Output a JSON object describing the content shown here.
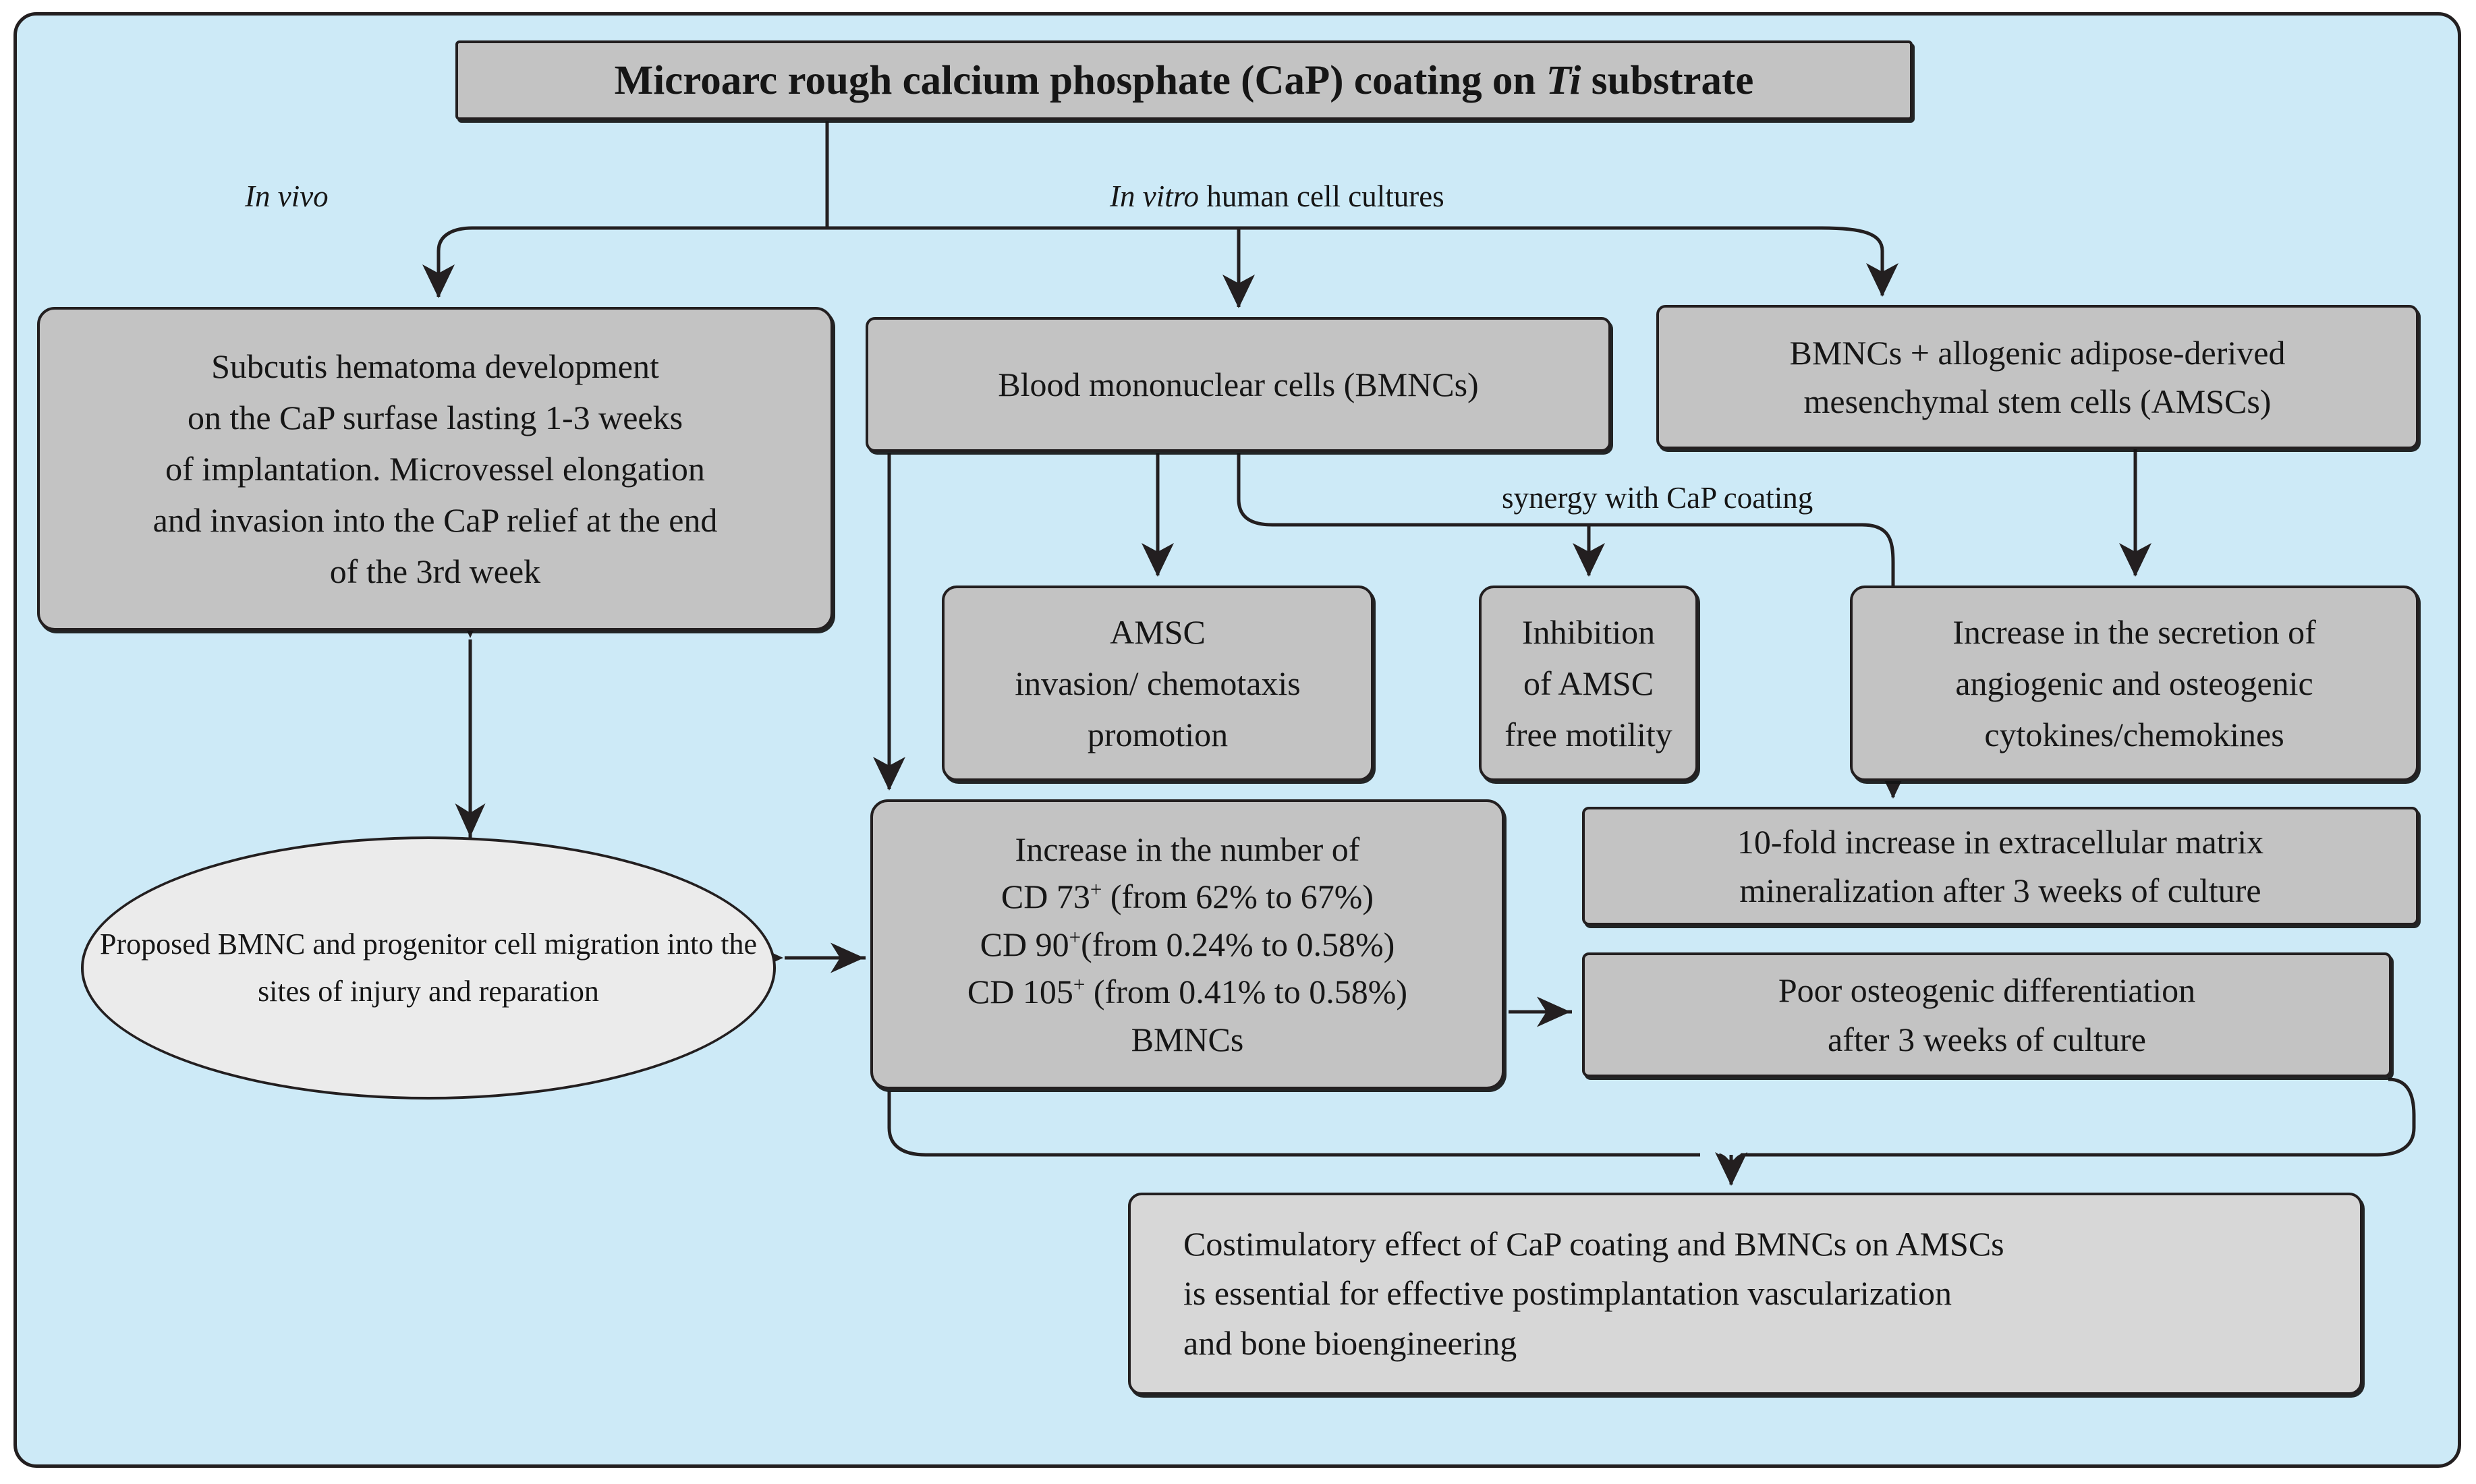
{
  "diagram": {
    "title": "Microarc rough calcium phosphate (CaP) coating on Ti substrate",
    "panel_color": "#cdeaf7",
    "node_color": "#c3c3c3",
    "ellipse_color": "#ebebeb",
    "conclusion_color": "#d7d7d7",
    "line_color": "#231f20"
  },
  "title": {
    "prefix": "Microarc rough calcium phosphate (CaP) coating on ",
    "italic": "Ti",
    "suffix": " substrate"
  },
  "edge_labels": {
    "in_vivo": "In vivo",
    "in_vitro_italic": "In vitro",
    "in_vitro_rest": " human cell cultures",
    "synergy": "synergy with CaP coating"
  },
  "nodes": {
    "subcutis": {
      "name": "subcutis-hematoma-box",
      "lines": [
        "Subcutis hematoma development",
        "on the CaP surfase lasting 1-3 weeks",
        "of implantation. Microvessel elongation",
        "and invasion into the CaP relief at the end",
        "of the 3rd week"
      ]
    },
    "bmnc": {
      "name": "blood-mononuclear-cells-box",
      "lines": [
        "Blood mononuclear cells (BMNCs)"
      ]
    },
    "amsc": {
      "name": "bmncs-plus-amscs-box",
      "lines": [
        "BMNCs + allogenic adipose-derived",
        "mesenchymal stem cells (AMSCs)"
      ]
    },
    "invasion": {
      "name": "amsc-invasion-chemotaxis-box",
      "lines": [
        "AMSC",
        "invasion/ chemotaxis",
        "promotion"
      ]
    },
    "inhibition": {
      "name": "inhibition-amsc-motility-box",
      "lines": [
        "Inhibition",
        "of AMSC",
        "free motility"
      ]
    },
    "secretion": {
      "name": "cytokine-secretion-box",
      "lines": [
        "Increase in the secretion of",
        "angiogenic and osteogenic",
        "cytokines/chemokines"
      ]
    },
    "cdbox": {
      "name": "cd-marker-increase-box",
      "line0": "Increase in the number of",
      "cd73": {
        "label": "CD 73",
        "sup": "+",
        "tail": " (from 62% to 67%)"
      },
      "cd90": {
        "label": "CD 90",
        "sup": "+",
        "tail": "(from 0.24% to 0.58%)"
      },
      "cd105": {
        "label": "CD 105",
        "sup": "+",
        "tail": " (from 0.41% to 0.58%)"
      },
      "line4": "BMNCs"
    },
    "mineral": {
      "name": "ecm-mineralization-box",
      "lines": [
        "10-fold increase in extracellular matrix",
        "mineralization  after 3 weeks of culture"
      ]
    },
    "osteo": {
      "name": "poor-osteogenic-differentiation-box",
      "lines": [
        "Poor osteogenic differentiation",
        "after 3 weeks of culture"
      ]
    },
    "ellipse": {
      "name": "proposed-migration-ellipse",
      "lines": [
        "Proposed BMNC and progenitor",
        "cell migration into the sites of",
        "injury and reparation"
      ]
    },
    "conclusion": {
      "name": "conclusion-box",
      "lines": [
        "Costimulatory effect of CaP coating and BMNCs on AMSCs",
        "is  essential  for  effective  postimplantation  vascularization",
        " and bone bioengineering"
      ]
    }
  }
}
